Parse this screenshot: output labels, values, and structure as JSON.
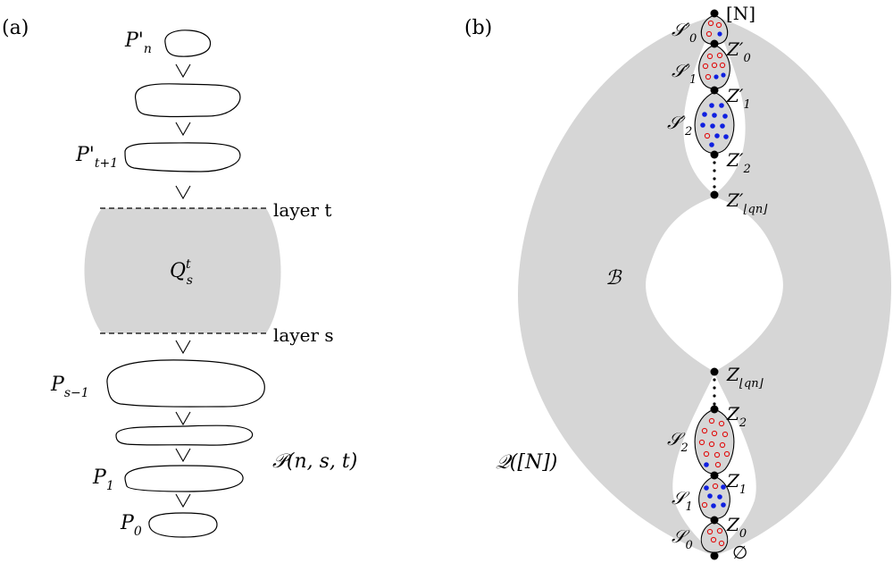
{
  "panel_a": {
    "tag": "(a)",
    "labels": {
      "pn": "P'",
      "pn_sub": "n",
      "pt1": "P'",
      "pt1_sub": "t+1",
      "layer_t": "layer t",
      "q": "Q",
      "q_sup": "t",
      "q_sub": "s",
      "layer_s": "layer s",
      "ps1": "P",
      "ps1_sub": "s−1",
      "p1": "P",
      "p1_sub": "1",
      "p0": "P",
      "p0_sub": "0",
      "family": "𝒫(n, s, t)"
    }
  },
  "panel_b": {
    "tag": "(b)",
    "labels": {
      "N": "[N]",
      "S0p": "𝒮′",
      "S0p_sub": "0",
      "S1p": "𝒮′",
      "S1p_sub": "1",
      "S2p": "𝒮′",
      "S2p_sub": "2",
      "Z0p": "Z′",
      "Z0p_sub": "0",
      "Z1p": "Z′",
      "Z1p_sub": "1",
      "Z2p": "Z′",
      "Z2p_sub": "2",
      "Zqnp": "Z′",
      "Zqnp_sub": "⌊qn⌋",
      "B": "ℬ",
      "Zqn": "Z",
      "Zqn_sub": "⌊qn⌋",
      "Z2": "Z",
      "Z2_sub": "2",
      "Z1": "Z",
      "Z1_sub": "1",
      "Z0": "Z",
      "Z0_sub": "0",
      "S2": "𝒮",
      "S2_sub": "2",
      "S1": "𝒮",
      "S1_sub": "1",
      "S0": "𝒮",
      "S0_sub": "0",
      "Q": "𝒬([N])",
      "empty": "∅"
    }
  },
  "colors": {
    "shade": "#d6d6d6",
    "red_point": "#e01010",
    "blue_point": "#1020e0"
  }
}
